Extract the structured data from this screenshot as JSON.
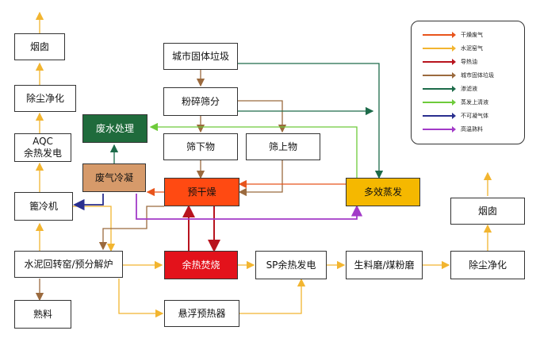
{
  "nodes": {
    "chimney_left": "烟囱",
    "dust_left": "除尘净化",
    "aqc": "AQC\n余热发电",
    "cooler": "篦冷机",
    "kiln": "水泥回转窑/预分解炉",
    "clinker": "熟料",
    "wastewater": "废水处理",
    "gas_cool": "废气冷凝",
    "msw": "城市固体垃圾",
    "crush": "粉碎筛分",
    "under": "筛下物",
    "over": "筛上物",
    "predry": "预干燥",
    "incinerator": "余热焚烧",
    "preheater": "悬浮预热器",
    "sp": "SP余热发电",
    "mill": "生料磨/煤粉磨",
    "dust_right": "除尘净化",
    "chimney_right": "烟囱",
    "evap": "多效蒸发"
  },
  "legend": [
    {
      "label": "干燥废气",
      "color": "#e8541c"
    },
    {
      "label": "水泥窑气",
      "color": "#f2b530"
    },
    {
      "label": "导热油",
      "color": "#b8141e"
    },
    {
      "label": "城市固体垃圾",
      "color": "#9b6a3e"
    },
    {
      "label": "渗滤液",
      "color": "#1d6b4a"
    },
    {
      "label": "蒸发上清液",
      "color": "#6ecb3a"
    },
    {
      "label": "不可凝气体",
      "color": "#2a2f8f"
    },
    {
      "label": "高温熟料",
      "color": "#a23ac8"
    }
  ],
  "colors": {
    "wastewater_fill": "#1f6b3c",
    "gas_cool_fill": "#d69a6a",
    "predry_fill": "#ff4a12",
    "incinerator_fill": "#e3121b",
    "evap_fill": "#f5b800"
  }
}
